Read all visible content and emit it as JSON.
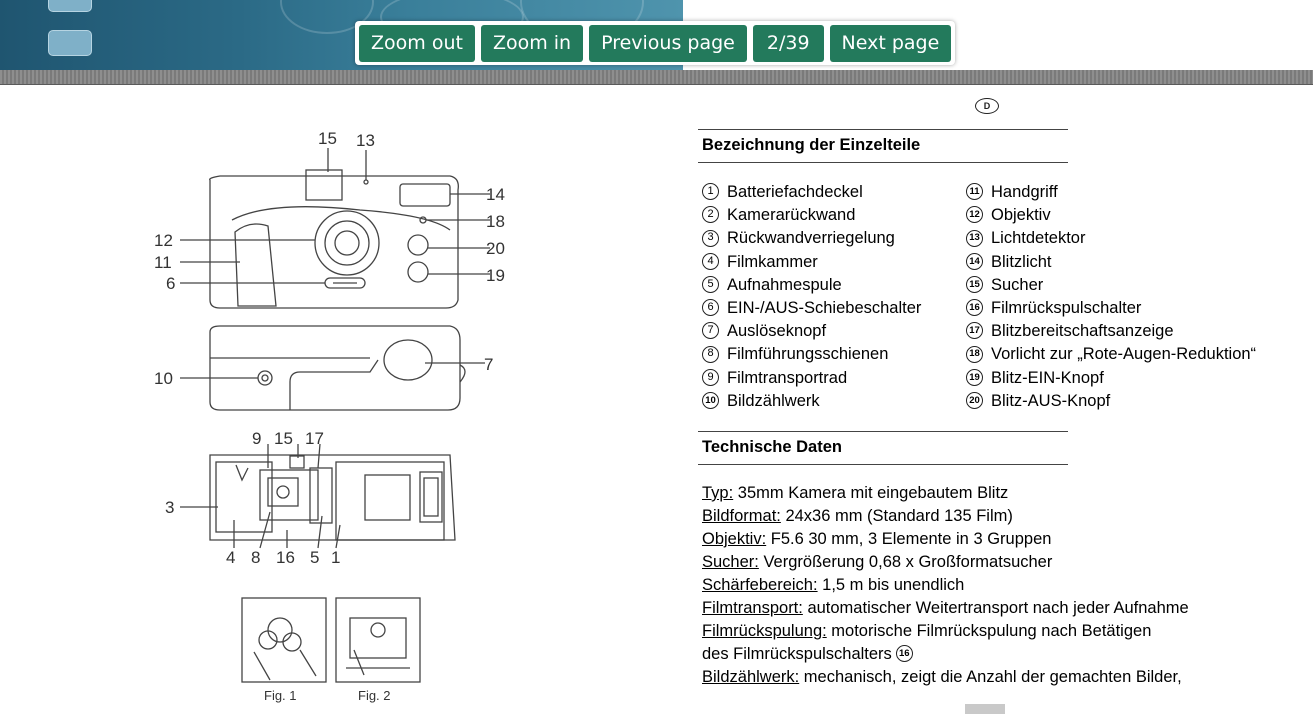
{
  "toolbar": {
    "zoom_out": "Zoom out",
    "zoom_in": "Zoom in",
    "previous_page": "Previous page",
    "page_indicator": "2/39",
    "next_page": "Next page"
  },
  "colors": {
    "button_bg": "#237a5c",
    "banner": "#2b6a86"
  },
  "doc": {
    "lang_badge": "D",
    "parts_heading": "Bezeichnung der Einzelteile",
    "parts_left": [
      {
        "n": "1",
        "label": "Batteriefachdeckel"
      },
      {
        "n": "2",
        "label": "Kamerarückwand"
      },
      {
        "n": "3",
        "label": "Rückwandverriegelung"
      },
      {
        "n": "4",
        "label": "Filmkammer"
      },
      {
        "n": "5",
        "label": "Aufnahmespule"
      },
      {
        "n": "6",
        "label": "EIN-/AUS-Schiebeschalter"
      },
      {
        "n": "7",
        "label": "Auslöseknopf"
      },
      {
        "n": "8",
        "label": "Filmführungsschienen"
      },
      {
        "n": "9",
        "label": "Filmtransportrad"
      },
      {
        "n": "10",
        "label": "Bildzählwerk"
      }
    ],
    "parts_right": [
      {
        "n": "11",
        "label": "Handgriff"
      },
      {
        "n": "12",
        "label": "Objektiv"
      },
      {
        "n": "13",
        "label": "Lichtdetektor"
      },
      {
        "n": "14",
        "label": "Blitzlicht"
      },
      {
        "n": "15",
        "label": "Sucher"
      },
      {
        "n": "16",
        "label": "Filmrückspulschalter"
      },
      {
        "n": "17",
        "label": "Blitzbereitschaftsanzeige"
      },
      {
        "n": "18",
        "label": "Vorlicht zur „Rote-Augen-Reduktion“"
      },
      {
        "n": "19",
        "label": "Blitz-EIN-Knopf"
      },
      {
        "n": "20",
        "label": "Blitz-AUS-Knopf"
      }
    ],
    "tech_heading": "Technische Daten",
    "tech": [
      {
        "k": "Typ:",
        "v": " 35mm Kamera mit eingebautem Blitz"
      },
      {
        "k": "Bildformat:",
        "v": " 24x36 mm (Standard 135 Film)"
      },
      {
        "k": "Objektiv:",
        "v": " F5.6 30 mm, 3 Elemente in 3 Gruppen"
      },
      {
        "k": "Sucher:",
        "v": " Vergrößerung 0,68 x Großformatsucher"
      },
      {
        "k": "Schärfebereich:",
        "v": " 1,5 m bis unendlich"
      },
      {
        "k": "Filmtransport:",
        "v": " automatischer Weitertransport nach jeder Aufnahme"
      },
      {
        "k": "Filmrückspulung:",
        "v": " motorische Filmrückspulung nach Betätigen"
      },
      {
        "k": "",
        "v": "des Filmrückspulschalters",
        "ref": "16"
      },
      {
        "k": "Bildzählwerk:",
        "v": " mechanisch, zeigt die Anzahl der gemachten Bilder,"
      }
    ]
  },
  "figure": {
    "front_labels": [
      "15",
      "13",
      "14",
      "18",
      "20",
      "19",
      "12",
      "11",
      "6"
    ],
    "top_labels": [
      "10",
      "7"
    ],
    "back_labels": [
      "9",
      "15",
      "17",
      "3",
      "4",
      "8",
      "16",
      "5",
      "1"
    ],
    "fig1_caption": "Fig. 1",
    "fig2_caption": "Fig. 2"
  }
}
